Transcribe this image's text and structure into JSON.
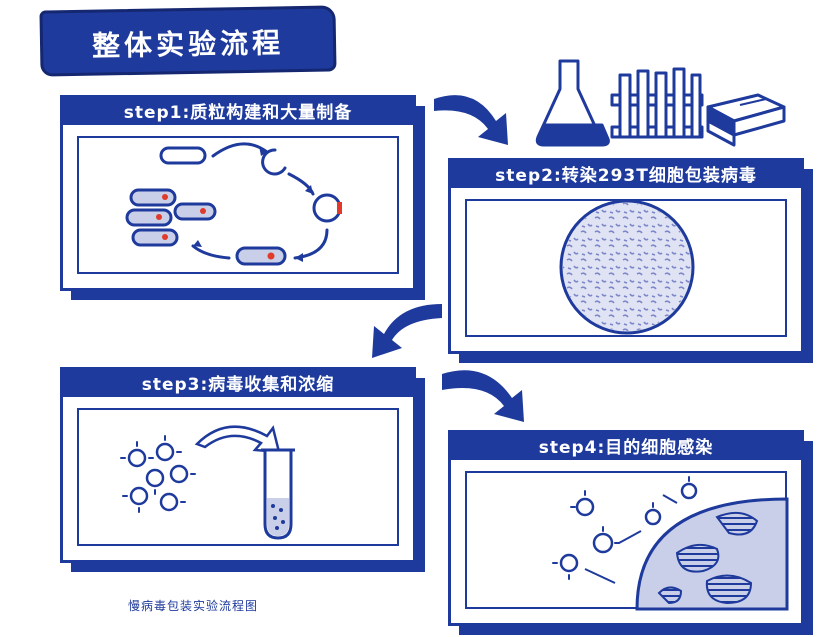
{
  "title": "整体实验流程",
  "steps": [
    {
      "label": "step1:质粒构建和大量制备"
    },
    {
      "label": "step2:转染293T细胞包装病毒"
    },
    {
      "label": "step3:病毒收集和浓缩"
    },
    {
      "label": "step4:目的细胞感染"
    }
  ],
  "footer": "慢病毒包装实验流程图",
  "colors": {
    "primary": "#1e3a9c",
    "accent": "#e03a2a",
    "cell": "#c9cfe8"
  }
}
